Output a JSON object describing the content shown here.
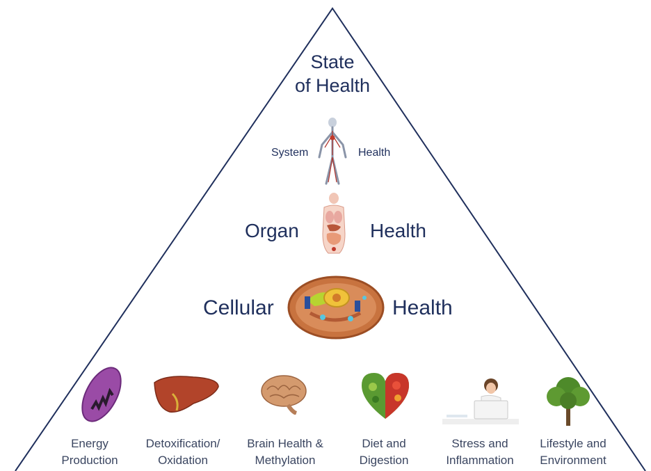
{
  "title": {
    "line1": "State",
    "line2": "of Health"
  },
  "tiers": {
    "system": {
      "left": "System",
      "right": "Health",
      "icon": "human-vascular-system-icon"
    },
    "organ": {
      "left": "Organ",
      "right": "Health",
      "icon": "human-torso-organs-icon"
    },
    "cellular": {
      "left": "Cellular",
      "right": "Health",
      "icon": "animal-cell-icon"
    }
  },
  "foundations": [
    {
      "line1": "Energy",
      "line2": "Production",
      "icon": "mitochondrion-icon"
    },
    {
      "line1": "Detoxification/",
      "line2": "Oxidation",
      "icon": "liver-icon"
    },
    {
      "line1": "Brain Health &",
      "line2": "Methylation",
      "icon": "brain-icon"
    },
    {
      "line1": "Diet and",
      "line2": "Digestion",
      "icon": "vegetable-heart-icon"
    },
    {
      "line1": "Stress and",
      "line2": "Inflammation",
      "icon": "stressed-woman-laptop-icon"
    },
    {
      "line1": "Lifestyle and",
      "line2": "Environment",
      "icon": "tree-icon"
    }
  ],
  "colors": {
    "outline": "#1f2f5c",
    "text": "#1f2f5c",
    "caption": "#3a4560"
  }
}
